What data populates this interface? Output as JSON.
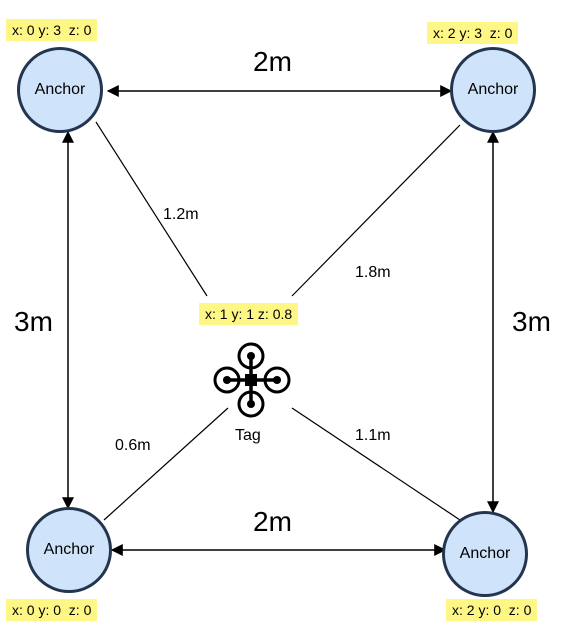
{
  "colors": {
    "anchor_fill": "#cfe4fb",
    "anchor_border": "#24364f",
    "coord_highlight": "#fef785",
    "line": "#000000"
  },
  "anchors": {
    "top_left": {
      "label": "Anchor",
      "coords": "x: 0 y: 3  z: 0"
    },
    "top_right": {
      "label": "Anchor",
      "coords": "x: 2 y: 3  z: 0"
    },
    "bottom_left": {
      "label": "Anchor",
      "coords": "x: 0 y: 0  z: 0"
    },
    "bottom_right": {
      "label": "Anchor",
      "coords": "x: 2 y: 0  z: 0"
    }
  },
  "tag": {
    "label": "Tag",
    "coords": "x: 1 y: 1 z: 0.8",
    "icon": "drone-icon"
  },
  "spans": {
    "top": "2m",
    "bottom": "2m",
    "left": "3m",
    "right": "3m"
  },
  "distances": {
    "top_left": "1.2m",
    "top_right": "1.8m",
    "bottom_left": "0.6m",
    "bottom_right": "1.1m"
  }
}
